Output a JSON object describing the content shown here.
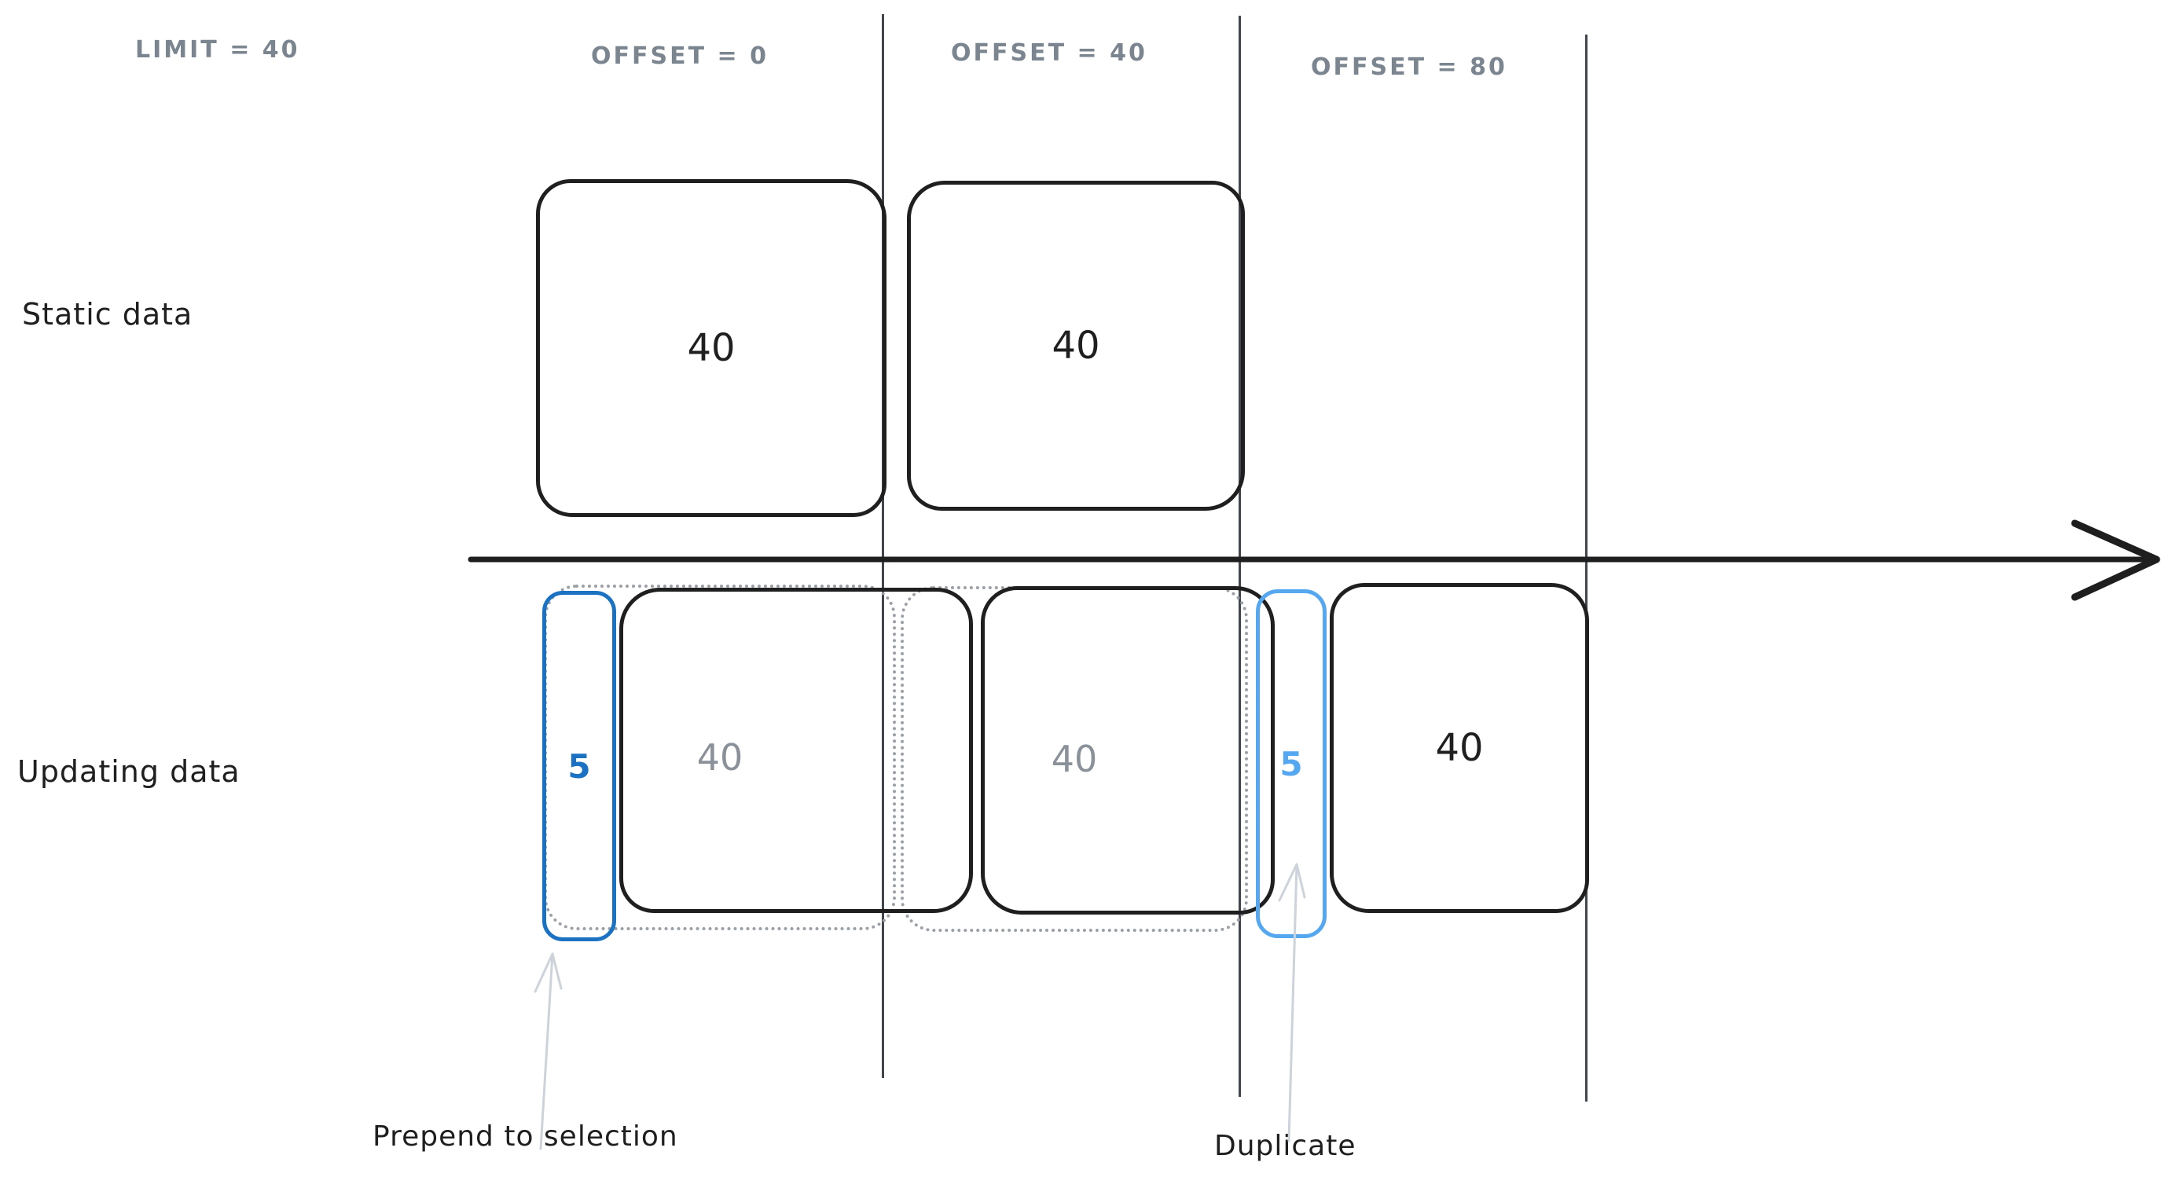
{
  "header": {
    "limit": "LIMIT = 40",
    "offset_0": "OFFSET = 0",
    "offset_40": "OFFSET = 40",
    "offset_80": "OFFSET = 80"
  },
  "row_labels": {
    "static": "Static data",
    "updating": "Updating data"
  },
  "static_row": {
    "page1_value": "40",
    "page2_value": "40"
  },
  "updating_row": {
    "prepended_value": "5",
    "old_page1_value": "40",
    "old_page2_value": "40",
    "duplicate_value": "5",
    "last_page_value": "40"
  },
  "annotations": {
    "prepend": "Prepend to selection",
    "duplicate": "Duplicate"
  },
  "colors": {
    "accent_blue": "#1b72c2",
    "accent_blue_light": "#55a7f0",
    "muted_gray": "#7b8590",
    "dashed_gray": "#9aa0a6",
    "ink": "#1f1f1f"
  }
}
